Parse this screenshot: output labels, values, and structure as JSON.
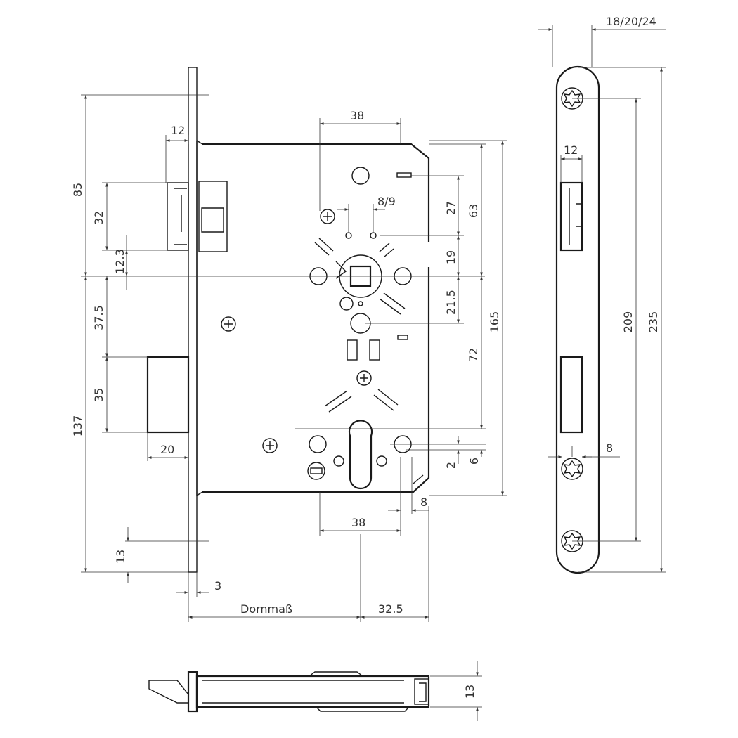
{
  "front_view": {
    "dimensions": {
      "backset_12": "12",
      "total_85": "85",
      "latch_32": "32",
      "offset_12_3": "12.3",
      "follower_38": "38",
      "hole_8_9": "8/9",
      "spacing_27": "27",
      "height_63": "63",
      "spacing_19": "19",
      "spacing_21_5": "21.5",
      "height_165": "165",
      "distance_72": "72",
      "gap_37_5": "37.5",
      "bolt_35": "35",
      "lower_137": "137",
      "bolt_throw_20": "20",
      "offset_2": "2",
      "offset_6": "6",
      "offset_8_bottom": "8",
      "cylinder_38": "38",
      "edge_13": "13",
      "faceplate_3": "3",
      "backset_label": "Dornmaß",
      "backset_32_5": "32.5"
    }
  },
  "side_view": {
    "dimensions": {
      "thickness": "18/20/24",
      "latch_width_12": "12",
      "fixing_209": "209",
      "length_235": "235",
      "bolt_8": "8"
    }
  },
  "bottom_view": {
    "dimensions": {
      "depth_13": "13"
    }
  }
}
